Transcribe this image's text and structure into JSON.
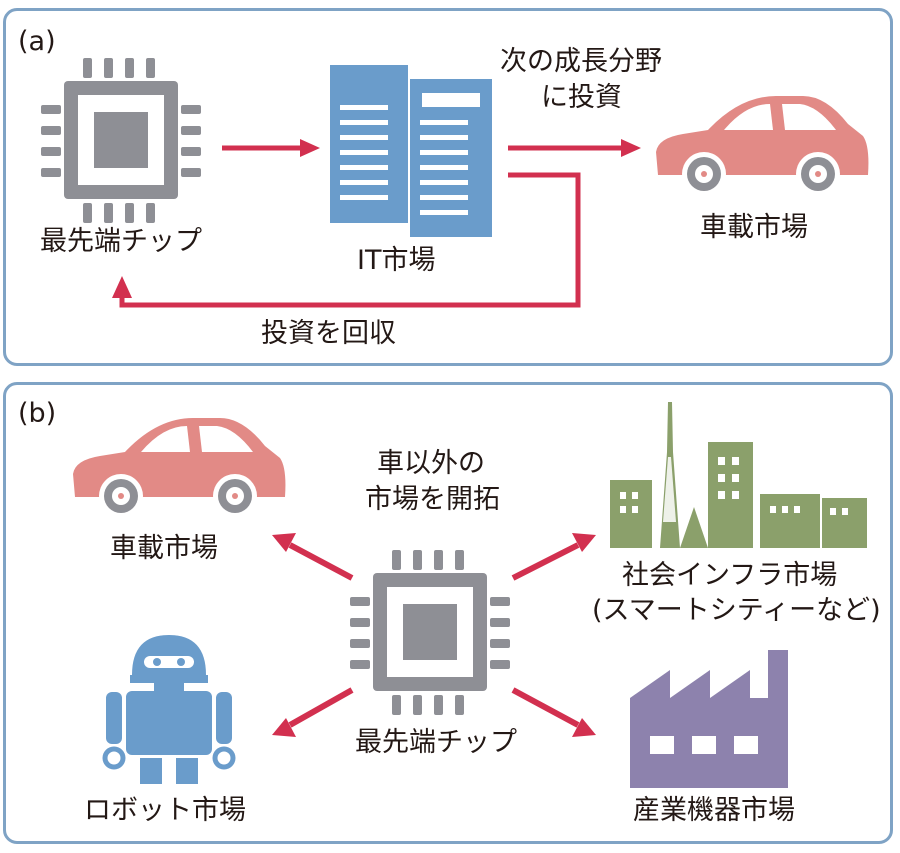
{
  "panel_a": {
    "label": "(a)",
    "chip_label": "最先端チップ",
    "it_label": "IT市場",
    "car_label": "車載市場",
    "next_growth_line1": "次の成長分野",
    "next_growth_line2": "に投資",
    "return_label": "投資を回収"
  },
  "panel_b": {
    "label": "(b)",
    "car_label": "車載市場",
    "expand_line1": "車以外の",
    "expand_line2": "市場を開拓",
    "infra_line1": "社会インフラ市場",
    "infra_line2": "(スマートシティーなど)",
    "chip_label": "最先端チップ",
    "robot_label": "ロボット市場",
    "factory_label": "産業機器市場"
  },
  "colors": {
    "chip": "#8e8f95",
    "building": "#6a9ccb",
    "car": "#e28a86",
    "city": "#8ba06b",
    "robot": "#6a9ccb",
    "factory": "#8d82ad",
    "arrow": "#d2304f",
    "border": "#7fa3c5"
  }
}
